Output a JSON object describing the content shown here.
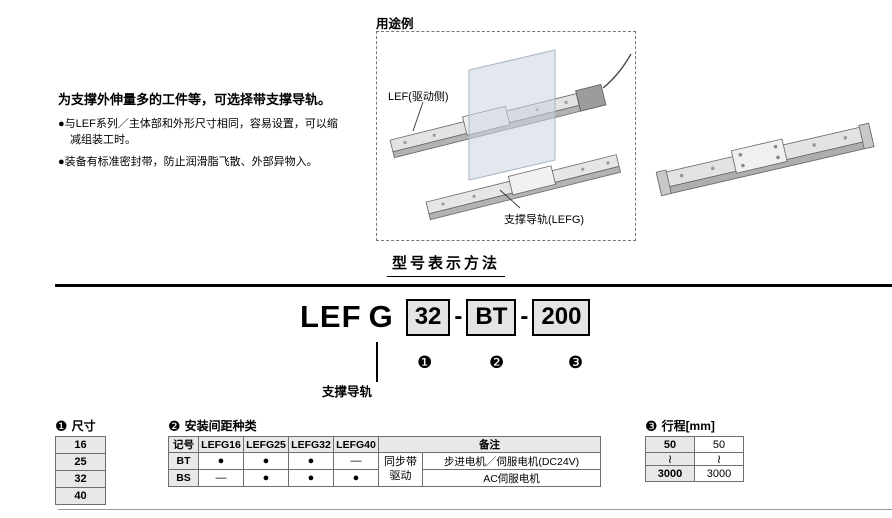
{
  "intro": {
    "heading": "为支撑外伸量多的工件等，可选择带支撑导轨。",
    "bullets": [
      "●与LEF系列／主体部和外形尺寸相同，容易设置，可以缩减组装工时。",
      "●装备有标准密封带，防止润滑脂飞散、外部异物入。"
    ]
  },
  "application": {
    "title": "用途例",
    "labels": {
      "lef": "LEF(驱动侧)",
      "lefg": "支撑导轨(LEFG)"
    }
  },
  "model": {
    "section_title": "型号表示方法",
    "prefix": "LEF",
    "series_letter": "G",
    "size_code": "32",
    "pitch_code": "BT",
    "stroke_code": "200",
    "dash": "-",
    "marker1": "❶",
    "marker2": "❷",
    "marker3": "❸",
    "series_label": "支撑导轨"
  },
  "size_table": {
    "marker": "❶",
    "title": "尺寸",
    "rows": [
      "16",
      "25",
      "32",
      "40"
    ]
  },
  "pitch_table": {
    "marker": "❷",
    "title": "安装间距种类",
    "headers": {
      "code": "记号",
      "models": [
        "LEFG16",
        "LEFG25",
        "LEFG32",
        "LEFG40"
      ],
      "remark": "备注"
    },
    "drive_label": "同步带驱动",
    "rows": [
      {
        "code": "BT",
        "dots": [
          "●",
          "●",
          "●",
          "—"
        ],
        "motor": "步进电机／伺服电机(DC24V)"
      },
      {
        "code": "BS",
        "dots": [
          "—",
          "●",
          "●",
          "●"
        ],
        "motor": "AC伺服电机"
      }
    ]
  },
  "stroke_table": {
    "marker": "❸",
    "title": "行程[mm]",
    "rows": [
      [
        "50",
        "50"
      ],
      [
        "≀",
        "≀"
      ],
      [
        "3000",
        "3000"
      ]
    ]
  }
}
